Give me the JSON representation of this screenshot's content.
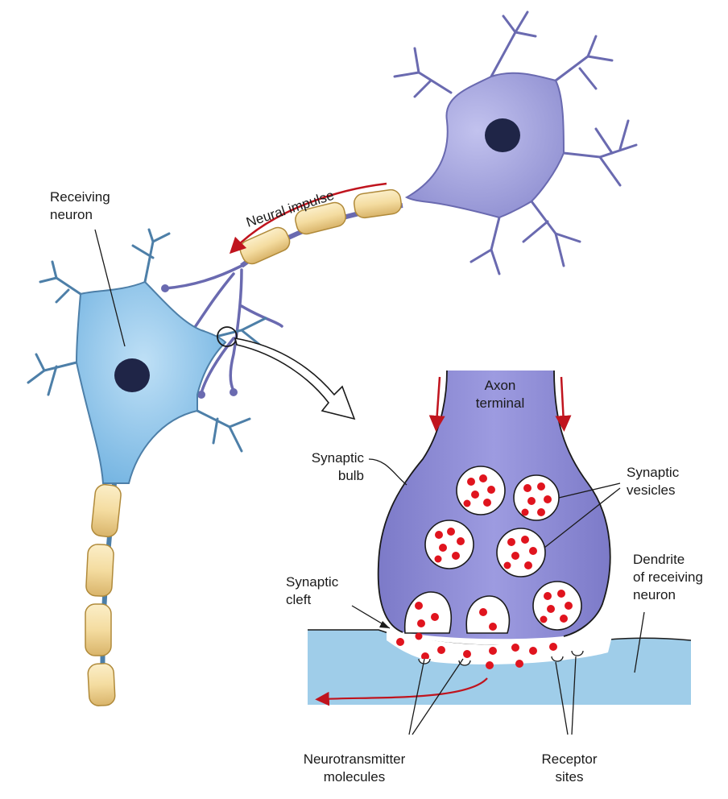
{
  "labels": {
    "receiving_neuron": [
      "Receiving",
      "neuron"
    ],
    "neural_impulse": "Neural impulse",
    "axon_terminal": [
      "Axon",
      "terminal"
    ],
    "synaptic_bulb": [
      "Synaptic",
      "bulb"
    ],
    "synaptic_vesicles": [
      "Synaptic",
      "vesicles"
    ],
    "dendrite": [
      "Dendrite",
      "of receiving",
      "neuron"
    ],
    "synaptic_cleft": [
      "Synaptic",
      "cleft"
    ],
    "neurotransmitter": [
      "Neurotransmitter",
      "molecules"
    ],
    "receptor_sites": [
      "Receptor",
      "sites"
    ]
  },
  "colors": {
    "sending_neuron": "#9a9ad6",
    "receiving_neuron": "#8cc4ea",
    "nucleus": "#1f2547",
    "myelin": "#f4dca0",
    "axon_terminal": "#8e8cd2",
    "dendrite_region": "#9fcde9",
    "neurotransmitter": "#e0141e",
    "impulse_arrow": "#c0141e"
  },
  "icons": [
    "nucleus-icon",
    "myelin-sheath-icon",
    "impulse-arrow-icon",
    "magnify-arrow-icon",
    "vesicle-icon"
  ]
}
